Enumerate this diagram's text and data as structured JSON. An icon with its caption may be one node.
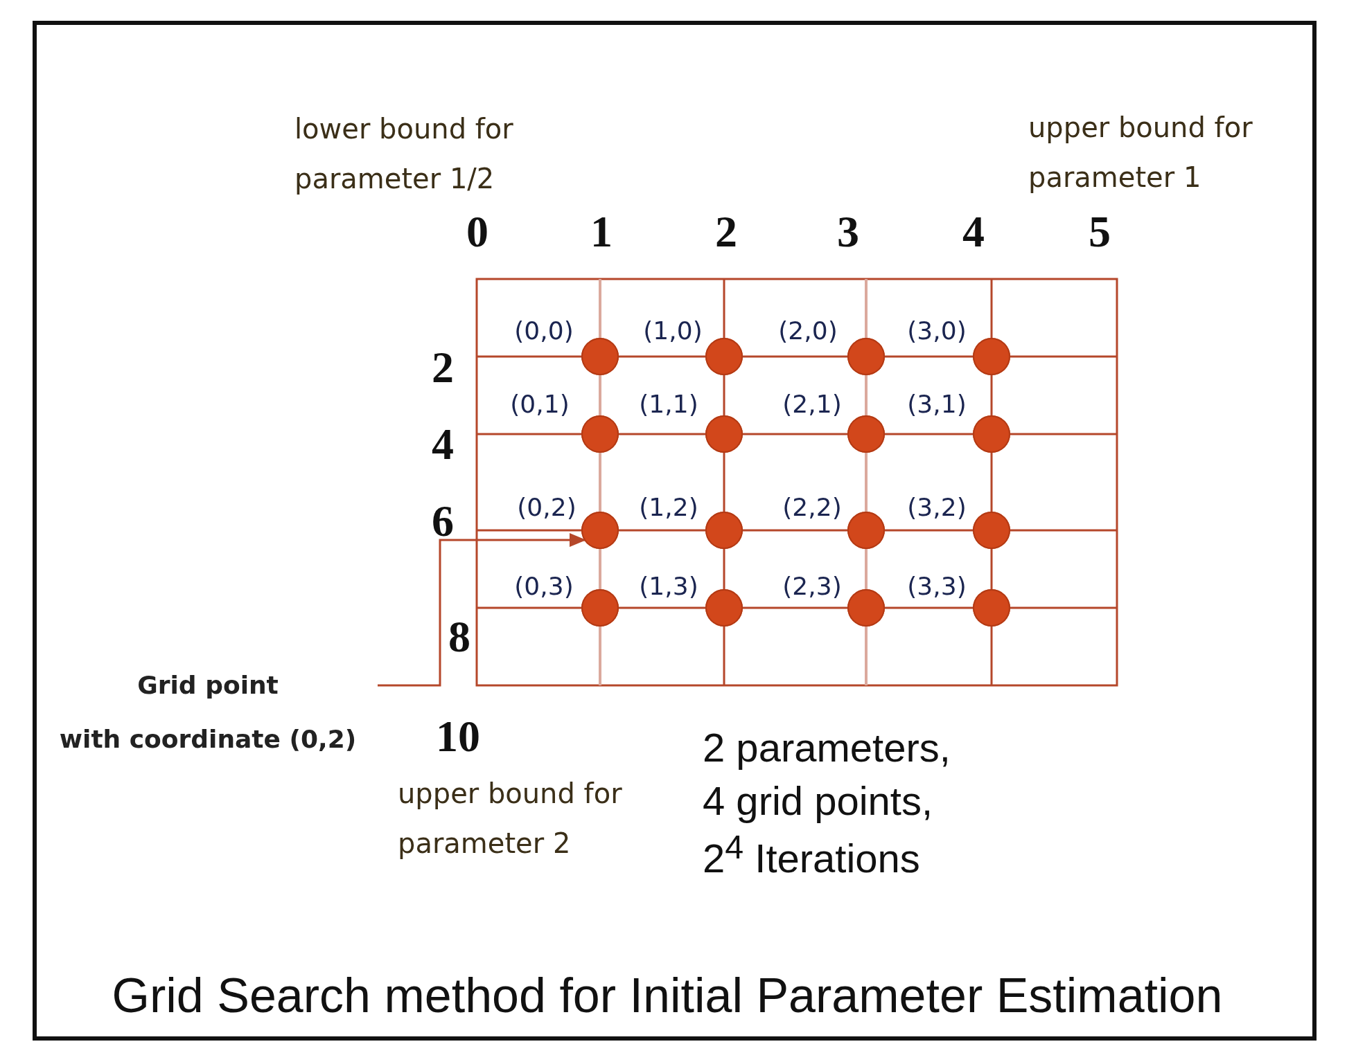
{
  "diagram": {
    "caption": "Grid Search method for Initial Parameter Estimation",
    "nodes": [
      {
        "text": [
          "Grid point with coordinate (0,2)"
        ]
      },
      {
        "text": [],
        "shape": "circle"
      },
      {
        "text": [],
        "shape": "circle"
      },
      {
        "text": [],
        "shape": "circle"
      },
      {
        "text": [],
        "shape": "circle"
      },
      {
        "text": [],
        "shape": "circle"
      },
      {
        "text": [],
        "shape": "circle"
      },
      {
        "text": [],
        "shape": "circle"
      },
      {
        "text": [],
        "shape": "circle"
      },
      {
        "text": [],
        "shape": "circle"
      },
      {
        "text": [],
        "shape": "circle"
      },
      {
        "text": [],
        "shape": "circle"
      },
      {
        "text": [],
        "shape": "circle"
      },
      {
        "text": [],
        "shape": "circle"
      },
      {
        "text": [],
        "shape": "circle"
      },
      {
        "text": [],
        "shape": "circle"
      },
      {
        "text": [],
        "shape": "circle"
      }
    ],
    "edges": [
      {
        "from": 0,
        "to": 9,
        "arrow": "to"
      }
    ],
    "labels": [
      "lower bound for parameter 1/2",
      "upper bound for parameter 1",
      "0",
      "1",
      "2",
      "3",
      "4",
      "5",
      "(0,0)",
      "(1,0)",
      "(2,0)",
      "(3,0)",
      "2",
      "(0,1)",
      "(1,1)",
      "(2,1)",
      "(3,1)",
      "4",
      "(0,2)",
      "(1,2)",
      "(2,2)",
      "(3,2)",
      "6",
      "(0,3)",
      "(1,3)",
      "(2,3)",
      "(3,3)",
      "8",
      "10",
      "upper bound for parameter 2",
      "2 parameters,",
      "4 grid points,",
      "2$^{4}$ Iterations"
    ]
  }
}
